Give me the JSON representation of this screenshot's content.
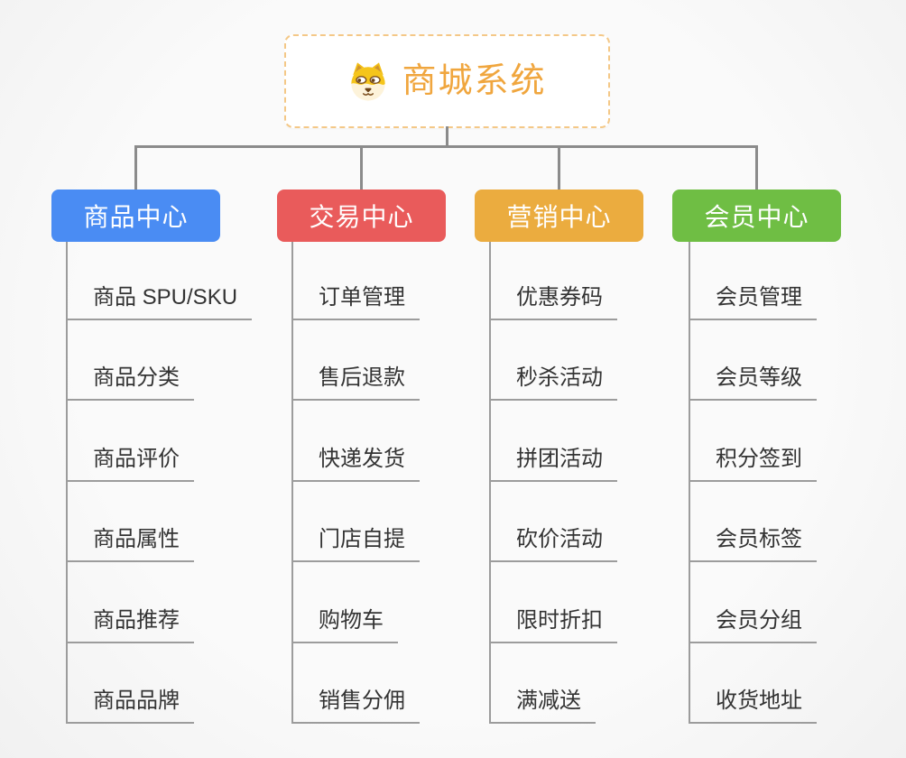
{
  "root": {
    "title": "商城系统",
    "accent_color": "#f0a63e",
    "border_color": "#f4c887",
    "icon": "dog-icon"
  },
  "connector_color": "#8b8b8b",
  "leaf_line_color": "#9c9c9c",
  "branches": [
    {
      "label": "商品中心",
      "color": "#4a8cf3",
      "children": [
        "商品 SPU/SKU",
        "商品分类",
        "商品评价",
        "商品属性",
        "商品推荐",
        "商品品牌"
      ]
    },
    {
      "label": "交易中心",
      "color": "#e95b5b",
      "children": [
        "订单管理",
        "售后退款",
        "快递发货",
        "门店自提",
        "购物车",
        "销售分佣"
      ]
    },
    {
      "label": "营销中心",
      "color": "#ebac3f",
      "children": [
        "优惠券码",
        "秒杀活动",
        "拼团活动",
        "砍价活动",
        "限时折扣",
        "满减送"
      ]
    },
    {
      "label": "会员中心",
      "color": "#6fbe44",
      "children": [
        "会员管理",
        "会员等级",
        "积分签到",
        "会员标签",
        "会员分组",
        "收货地址"
      ]
    }
  ]
}
